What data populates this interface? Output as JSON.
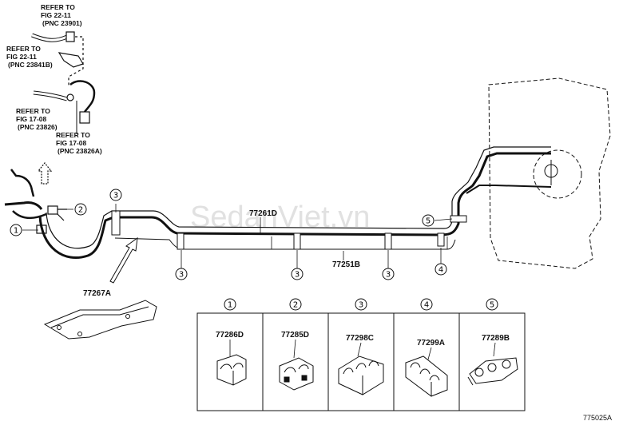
{
  "references": [
    {
      "id": "ref1",
      "lines": [
        "REFER TO",
        "FIG 22-11",
        "(PNC 23901)"
      ]
    },
    {
      "id": "ref2",
      "lines": [
        "REFER TO",
        "FIG 22-11",
        "(PNC 23841B)"
      ]
    },
    {
      "id": "ref3",
      "lines": [
        "REFER TO",
        "FIG 17-08",
        "(PNC 23826)"
      ]
    },
    {
      "id": "ref4",
      "lines": [
        "REFER TO",
        "FIG 17-08",
        "(PNC 23826A)"
      ]
    }
  ],
  "part_labels": {
    "p77261D": "77261D",
    "p77251B": "77251B",
    "p77267A": "77267A"
  },
  "callouts": [
    "1",
    "2",
    "3",
    "4",
    "5"
  ],
  "clamp_table": [
    {
      "num": "1",
      "part": "77286D"
    },
    {
      "num": "2",
      "part": "77285D"
    },
    {
      "num": "3",
      "part": "77298C"
    },
    {
      "num": "4",
      "part": "77299A"
    },
    {
      "num": "5",
      "part": "77289B"
    }
  ],
  "watermark": "SedanViet.vn",
  "figure_code": "775025A"
}
